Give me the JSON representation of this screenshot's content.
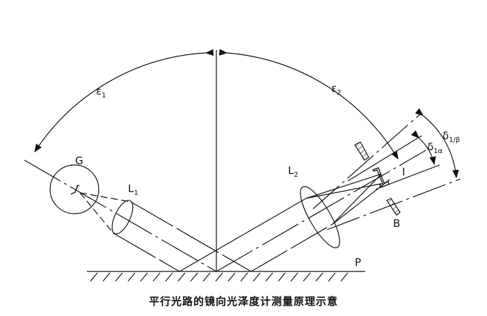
{
  "labels": {
    "G": "G",
    "L1": "L",
    "L1_sub": "1",
    "L2": "L",
    "L2_sub": "2",
    "eps1": "ε",
    "eps1_sub": "1",
    "eps2": "ε",
    "eps2_sub": "2",
    "I": "I",
    "B": "B",
    "P": "P",
    "d1a": "δ",
    "d1a_sub": "1α",
    "d1b": "δ",
    "d1b_sub": "1/β"
  },
  "caption": "平行光路的镜向光泽度计测量原理示意"
}
